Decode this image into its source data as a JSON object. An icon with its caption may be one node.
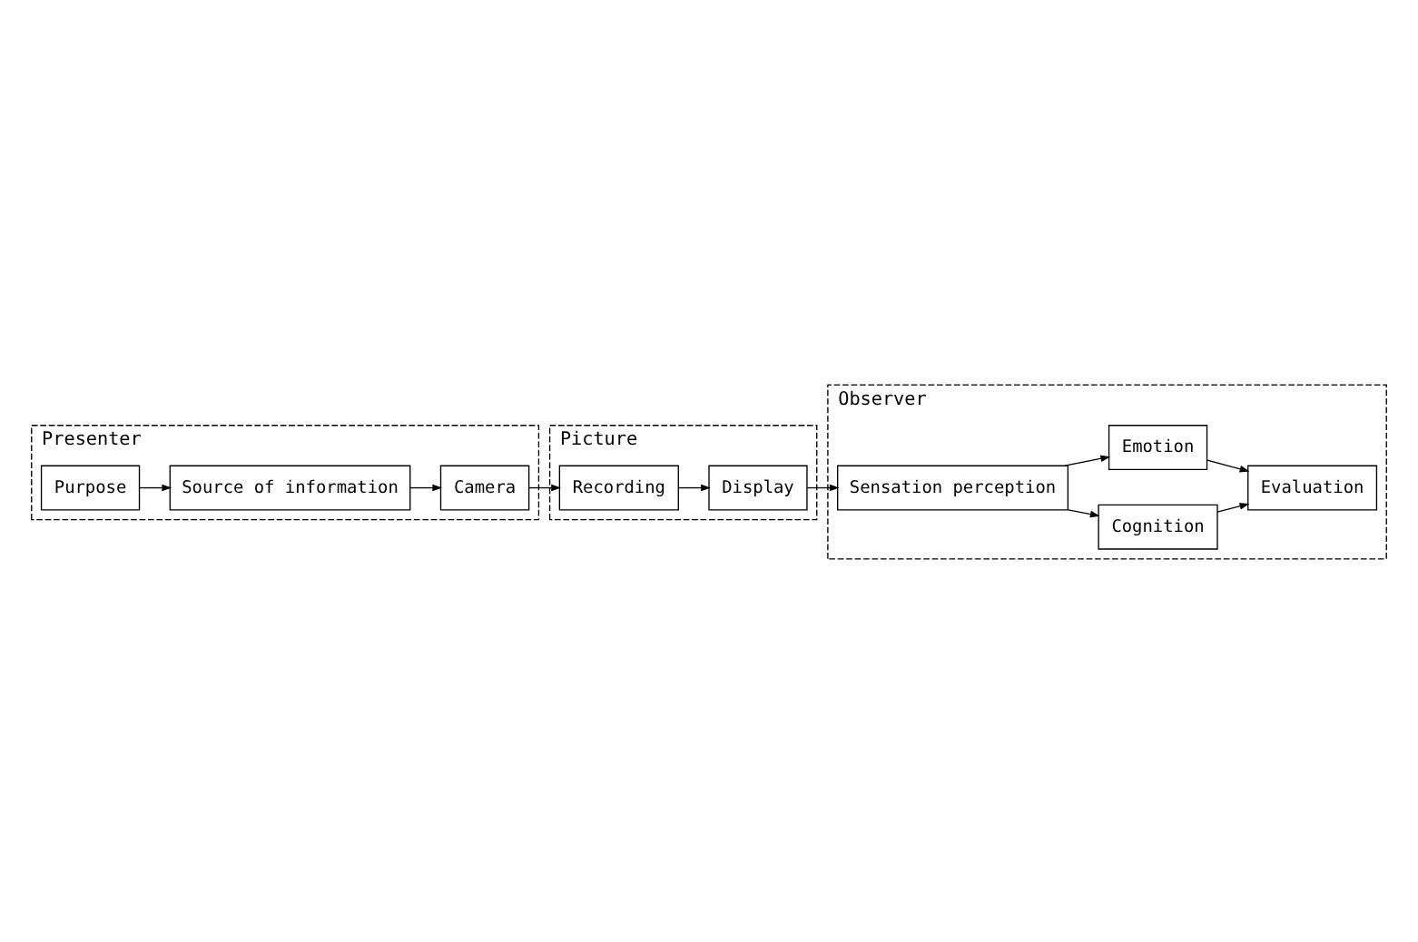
{
  "diagram": {
    "nodes": [
      {
        "text": [
          "Presenter"
        ]
      },
      {
        "text": [
          "Purpose"
        ],
        "in": 0
      },
      {
        "text": [
          "Source of information"
        ],
        "in": 0
      },
      {
        "text": [
          "Camera"
        ],
        "in": 0
      },
      {
        "text": [
          "Picture"
        ]
      },
      {
        "text": [
          "Recording"
        ],
        "in": 4
      },
      {
        "text": [
          "Display"
        ],
        "in": 4
      },
      {
        "text": [
          "Observer"
        ]
      },
      {
        "text": [
          "Sensation perception"
        ],
        "in": 7
      },
      {
        "text": [
          "Cognition"
        ],
        "in": 7
      },
      {
        "text": [
          "Emotion"
        ],
        "in": 7
      },
      {
        "text": [
          "Evaluation"
        ],
        "in": 7
      }
    ],
    "edges": [
      {
        "from": 1,
        "to": 2,
        "arrow": "to"
      },
      {
        "from": 2,
        "to": 3,
        "arrow": "to"
      },
      {
        "from": 3,
        "to": 5,
        "arrow": "to"
      },
      {
        "from": 5,
        "to": 6,
        "arrow": "to"
      },
      {
        "from": 6,
        "to": 8,
        "arrow": "to"
      },
      {
        "from": 8,
        "to": 9,
        "arrow": "to"
      },
      {
        "from": 8,
        "to": 10,
        "arrow": "to"
      },
      {
        "from": 9,
        "to": 11,
        "arrow": "to"
      },
      {
        "from": 10,
        "to": 11,
        "arrow": "to"
      }
    ]
  }
}
